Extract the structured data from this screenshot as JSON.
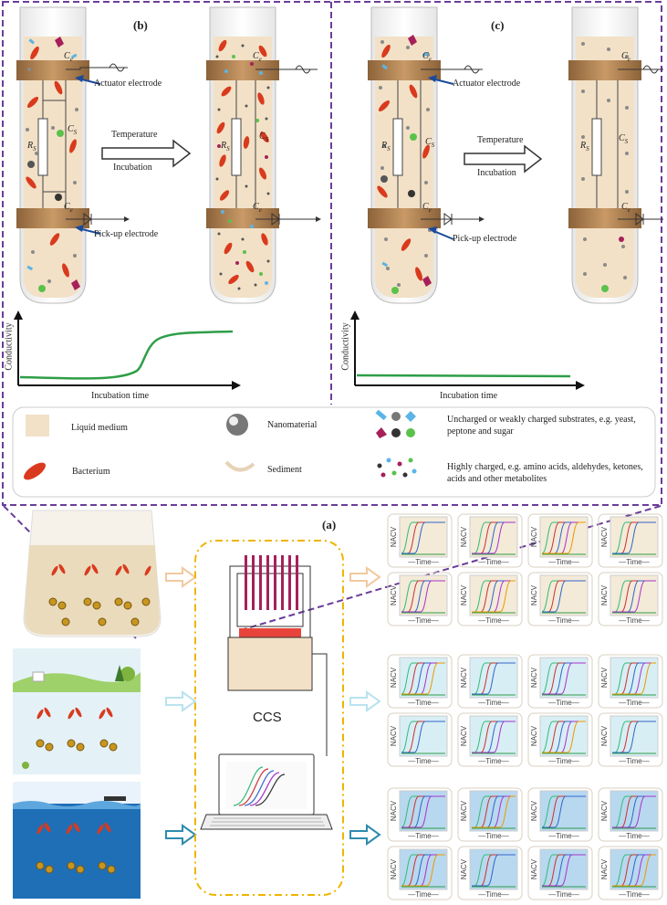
{
  "panels": {
    "b": {
      "label": "(b)",
      "actuator_label": "Actuator electrode",
      "pickup_label": "Pick-up electrode",
      "arrow_top": "Temperature",
      "arrow_bottom": "Incubation",
      "rs": "R",
      "rs_sub": "S",
      "cs": "C",
      "cs_sub": "S",
      "ce": "C",
      "ce_sub": "e",
      "ylabel": "Conductivity",
      "xlabel": "Incubation time"
    },
    "c": {
      "label": "(c)",
      "actuator_label": "Actuator electrode",
      "pickup_label": "Pick-up electrode",
      "arrow_top": "Temperature",
      "arrow_bottom": "Incubation",
      "rs": "R",
      "rs_sub": "S",
      "cs": "C",
      "cs_sub": "S",
      "ce": "C",
      "ce_sub": "e",
      "ylabel": "Conductivity",
      "xlabel": "Incubation time"
    },
    "a": {
      "label": "(a)",
      "ccs_label": "CCS"
    }
  },
  "legend": {
    "liquid_medium": "Liquid medium",
    "nanomaterial": "Nanomaterial",
    "uncharged": "Uncharged or weakly charged substrates, e.g. yeast, peptone and sugar",
    "uncharged_line1": "Uncharged or weakly charged substrates, e.g. yeast,",
    "uncharged_line2": "peptone and sugar",
    "bacterium": "Bacterium",
    "sediment": "Sediment",
    "highly_line1": "Highly charged, e.g. amino acids, aldehydes, ketones,",
    "highly_line2": "acids and other metabolites"
  },
  "mini_chart": {
    "ylabel": "NACV",
    "xlabel": "—Time—"
  },
  "colors": {
    "dashed_purple": "#6a3d9a",
    "dashed_orange": "#f0b400",
    "curve_green": "#2e9e48",
    "liquid": "#f2e1c7",
    "electrode": "#b98a57",
    "bacterium": "#d93a1e",
    "row_bg_1": "#f3ead8",
    "row_bg_2": "#d8eef5",
    "row_bg_3": "#b8d8ef"
  }
}
